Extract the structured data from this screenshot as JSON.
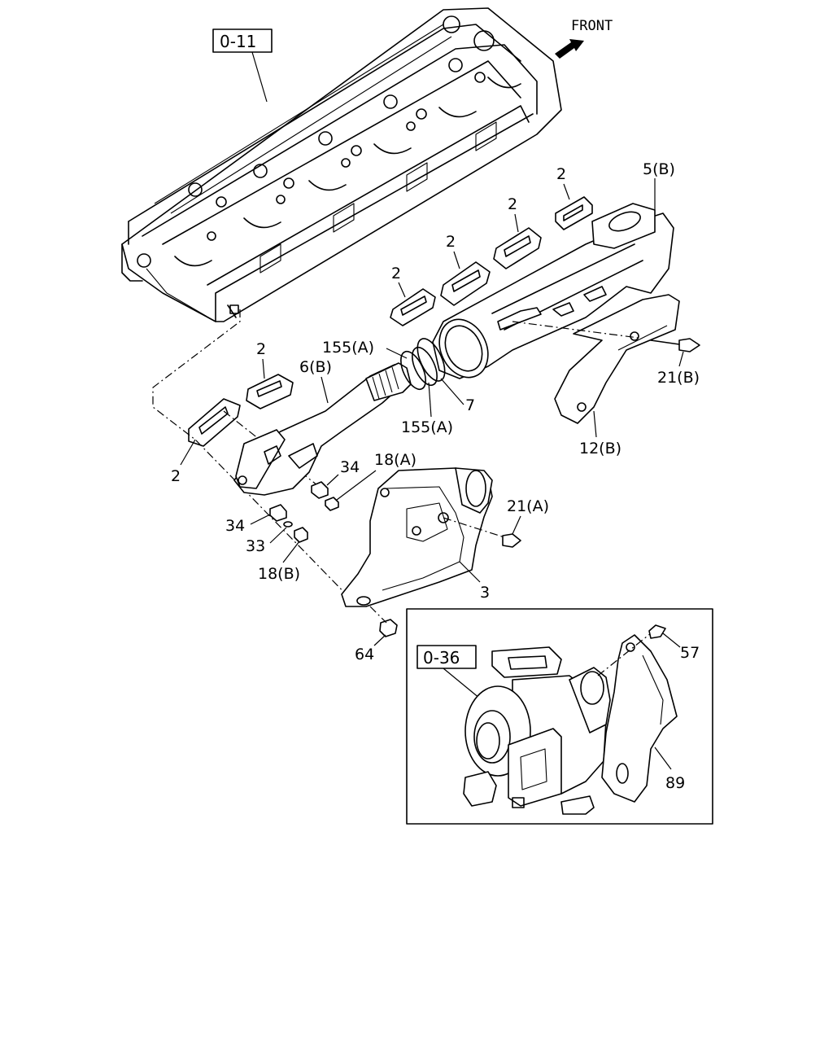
{
  "orientation": {
    "label": "FRONT",
    "arrow_icon": "front-arrow-icon"
  },
  "references": {
    "cylinder_head": "0-11",
    "turbocharger": "0-36"
  },
  "callouts": {
    "gasket_a": "2",
    "gasket_b": "2",
    "gasket_c": "2",
    "gasket_d": "2",
    "gasket_e": "2",
    "gasket_f": "2",
    "rear_manifold": "5(B)",
    "front_manifold": "6(B)",
    "seal_ring_top": "155(A)",
    "seal_ring_bottom": "155(A)",
    "ring_7": "7",
    "bolt_21b": "21(B)",
    "heat_shield_12b": "12(B)",
    "spacer_34_upper": "34",
    "spacer_34_lower": "34",
    "stud_18a": "18(A)",
    "washer_33": "33",
    "stud_18b": "18(B)",
    "bolt_21a": "21(A)",
    "heat_shield_3": "3",
    "nut_64": "64",
    "bolt_57": "57",
    "turbo_shield_89": "89"
  }
}
